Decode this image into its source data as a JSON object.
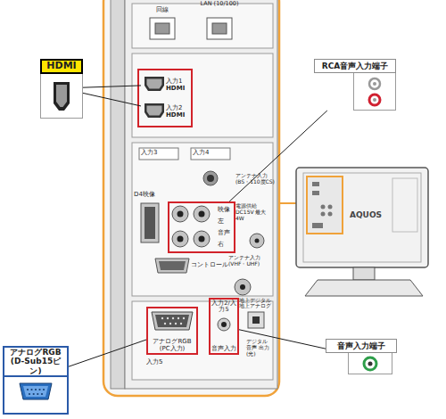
{
  "diagram": {
    "nodes": [
      {
        "text": [
          "HDMI"
        ]
      },
      {
        "text": [
          "RCA音声入力端子"
        ]
      },
      {
        "text": [
          "入力1",
          "HDMI"
        ]
      },
      {
        "text": [
          "入力2",
          "HDMI"
        ]
      },
      {
        "text": [
          "映像",
          "左",
          "音声",
          "右"
        ]
      },
      {
        "text": [
          "入力2/入力5",
          "音声入力"
        ]
      },
      {
        "text": [
          "アナログRGB (PC入力)"
        ]
      },
      {
        "text": [
          "音声入力端子"
        ]
      },
      {
        "text": [
          "アナログRGB (D-Sub15ピン)"
        ]
      }
    ],
    "edges": [
      {
        "from": 0,
        "to": 2,
        "arrow": "none"
      },
      {
        "from": 0,
        "to": 3,
        "arrow": "none"
      },
      {
        "from": 1,
        "to": 4,
        "arrow": "none"
      },
      {
        "from": 7,
        "to": 5,
        "arrow": "none"
      },
      {
        "from": 8,
        "to": 6,
        "arrow": "none"
      }
    ],
    "labels": [
      "回線",
      "LAN (10/100)",
      "入力3",
      "入力4",
      "D4映像",
      "アンテナ入力 (BS・110度CS)",
      "電源供給 DC15V 最大4W",
      "コントロール",
      "アンテナ入力 (VHF・UHF)",
      "地上デジタル 地上アナログ",
      "デジタル 音声 出力 (光)",
      "入力5",
      "AQUOS"
    ]
  }
}
